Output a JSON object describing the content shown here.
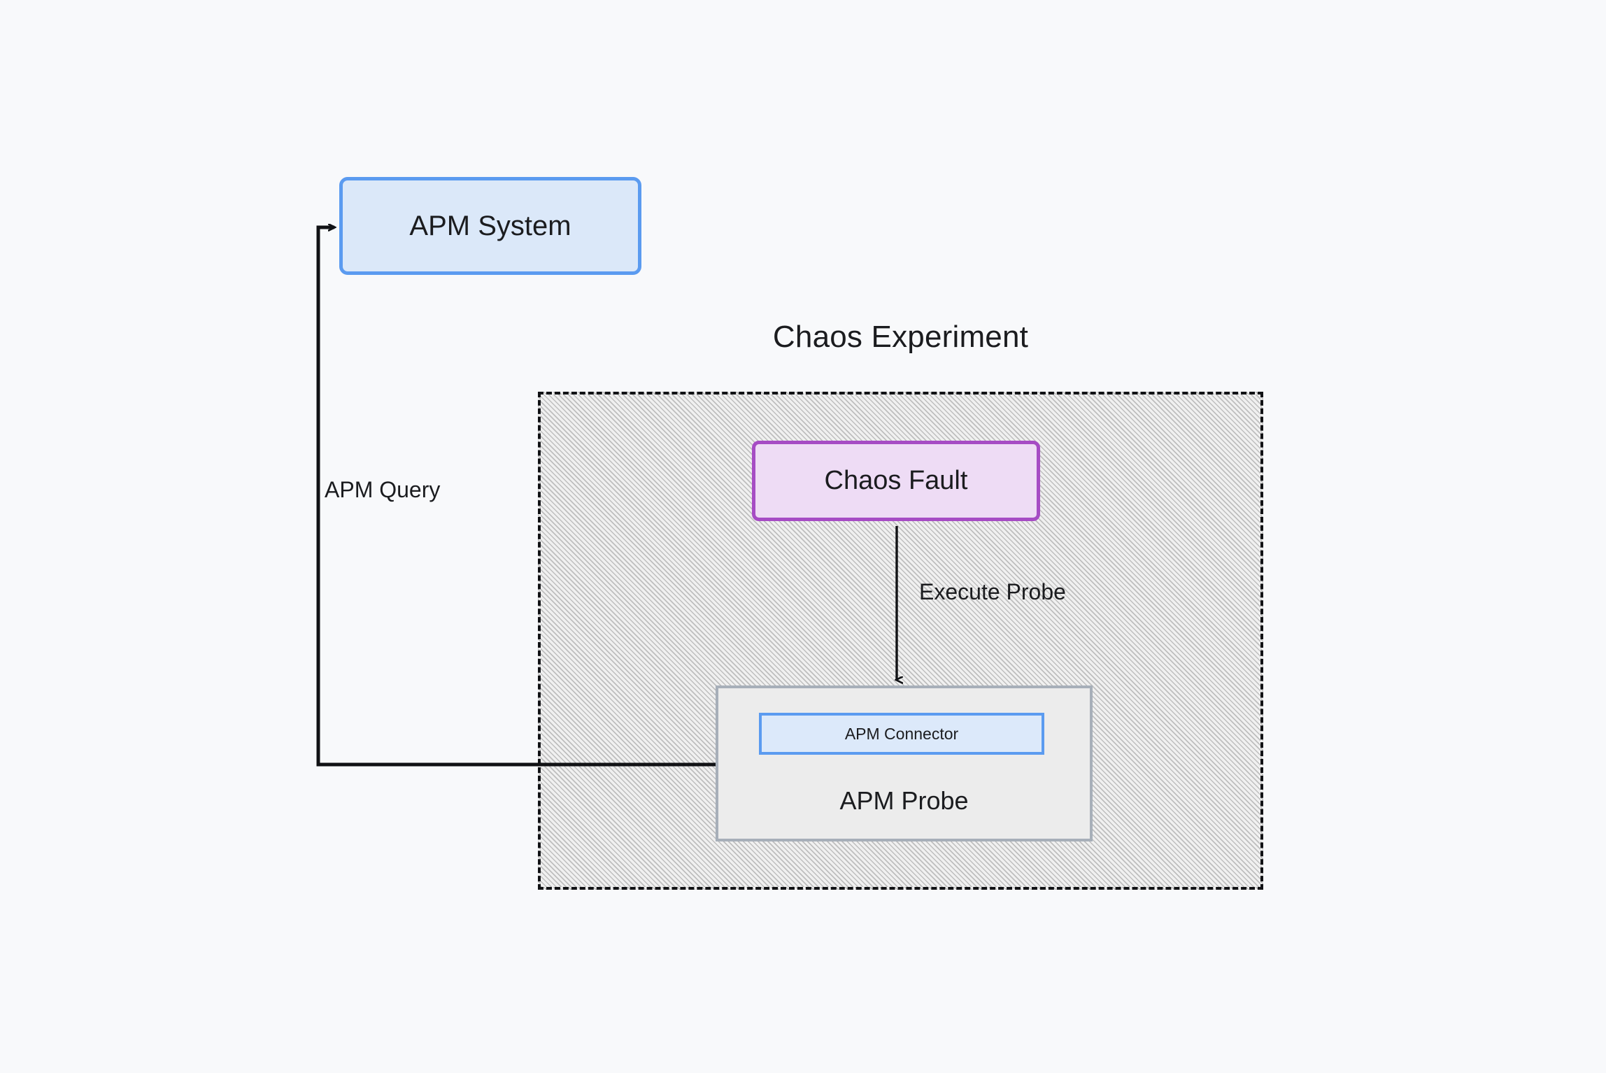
{
  "diagram": {
    "title": "Chaos Experiment",
    "background_color": "#f8f9fb",
    "nodes": {
      "apm_system": {
        "label": "APM System",
        "fill": "#dbe8f9",
        "stroke": "#5b9bf0"
      },
      "chaos_fault": {
        "label": "Chaos Fault",
        "fill": "#eedcf5",
        "stroke": "#a64cc4"
      },
      "apm_probe": {
        "label": "APM Probe",
        "fill": "#ececec",
        "stroke": "#a7afb9"
      },
      "apm_connector": {
        "label": "APM Connector",
        "fill": "#dce9fa",
        "stroke": "#5b9bf0"
      },
      "chaos_experiment_container": {
        "label": "Chaos Experiment",
        "stroke": "#111215",
        "stroke_style": "dashed",
        "fill": "hatched"
      }
    },
    "edges": [
      {
        "id": "execute-probe",
        "label": "Execute Probe",
        "from": "chaos_fault",
        "to": "apm_probe",
        "color": "#111215"
      },
      {
        "id": "apm-query",
        "label": "APM Query",
        "from": "apm_probe",
        "to": "apm_system",
        "color": "#111215"
      }
    ]
  }
}
